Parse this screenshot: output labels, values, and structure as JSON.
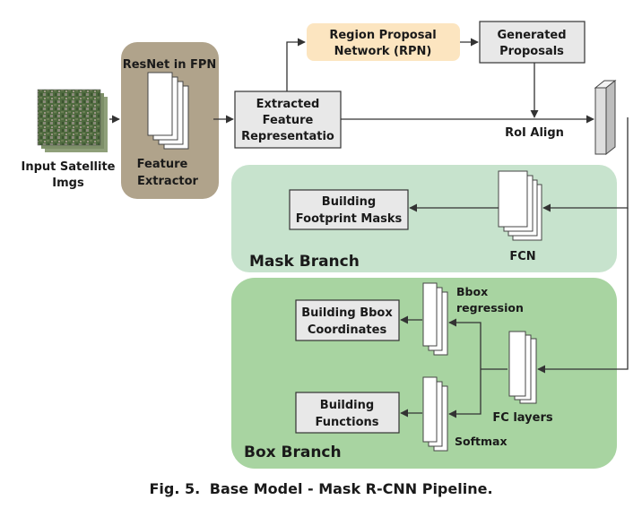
{
  "diagram": {
    "input_label": [
      "Input Satellite",
      "Imgs"
    ],
    "backbone_title": "ResNet in FPN",
    "backbone_label": [
      "Feature",
      "Extractor"
    ],
    "extracted_label": [
      "Extracted",
      "Feature",
      "Representatio"
    ],
    "rpn_label": [
      "Region Proposal",
      "Network (RPN)"
    ],
    "proposals_label": [
      "Generated",
      "Proposals"
    ],
    "roi_align_label": "RoI Align",
    "mask_branch_title": "Mask Branch",
    "fcn_label": "FCN",
    "footprint_label": [
      "Building",
      "Footprint Masks"
    ],
    "box_branch_title": "Box Branch",
    "bbox_coords_label": [
      "Building Bbox",
      "Coordinates"
    ],
    "functions_label": [
      "Building",
      "Functions"
    ],
    "bbox_regression_label": [
      "Bbox",
      "regression"
    ],
    "fc_layers_label": "FC layers",
    "softmax_label": "Softmax"
  },
  "caption": {
    "figure_number": "Fig. 5.",
    "text": "Base Model - Mask R-CNN Pipeline."
  },
  "colors": {
    "backbone_fill": "#b0a38b",
    "rpn_fill": "#fce5c0",
    "box_fill": "#e8e8e8",
    "mask_branch_fill": "#c7e3cd",
    "box_branch_fill": "#a8d4a1",
    "arrow": "#333333"
  }
}
